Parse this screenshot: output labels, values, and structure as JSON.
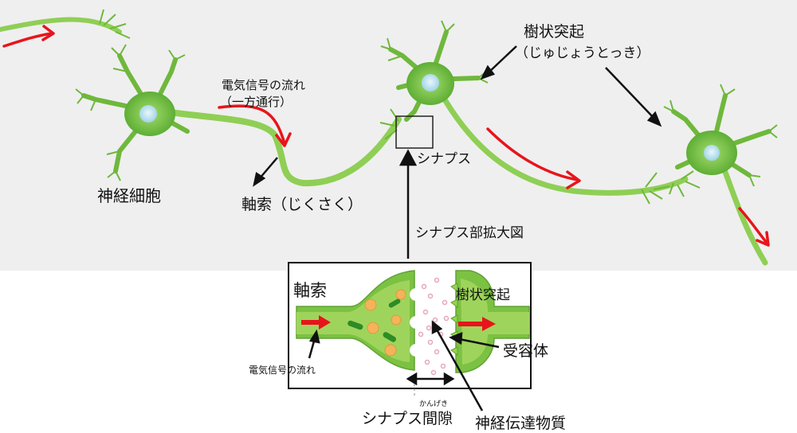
{
  "labels": {
    "neuron": "神経細胞",
    "axon": "軸索（じくさく）",
    "signal_flow_line1": "電気信号の流れ",
    "signal_flow_line2": "（一方通行）",
    "dendrite": "樹状突起",
    "dendrite_reading": "（じゅじょうとっき）",
    "synapse": "シナプス",
    "synapse_zoom": "シナプス部拡大図"
  },
  "inset": {
    "axon": "軸索",
    "dendrite": "樹状突起",
    "receptor": "受容体",
    "signal_flow": "電気信号の流れ",
    "cleft": "シナプス間隙",
    "cleft_reading": "かんげき",
    "neurotransmitter": "神経伝達物質"
  },
  "colors": {
    "background_top": "#efefef",
    "neuron_green": "#7cc242",
    "axon_green": "#8fcf55",
    "nucleus": "#bfe6f2",
    "arrow_red": "#e8141b",
    "vesicle": "#f4b35a",
    "vesicle_rod": "#2e8b26",
    "transmitter": "#e6a7b7"
  }
}
